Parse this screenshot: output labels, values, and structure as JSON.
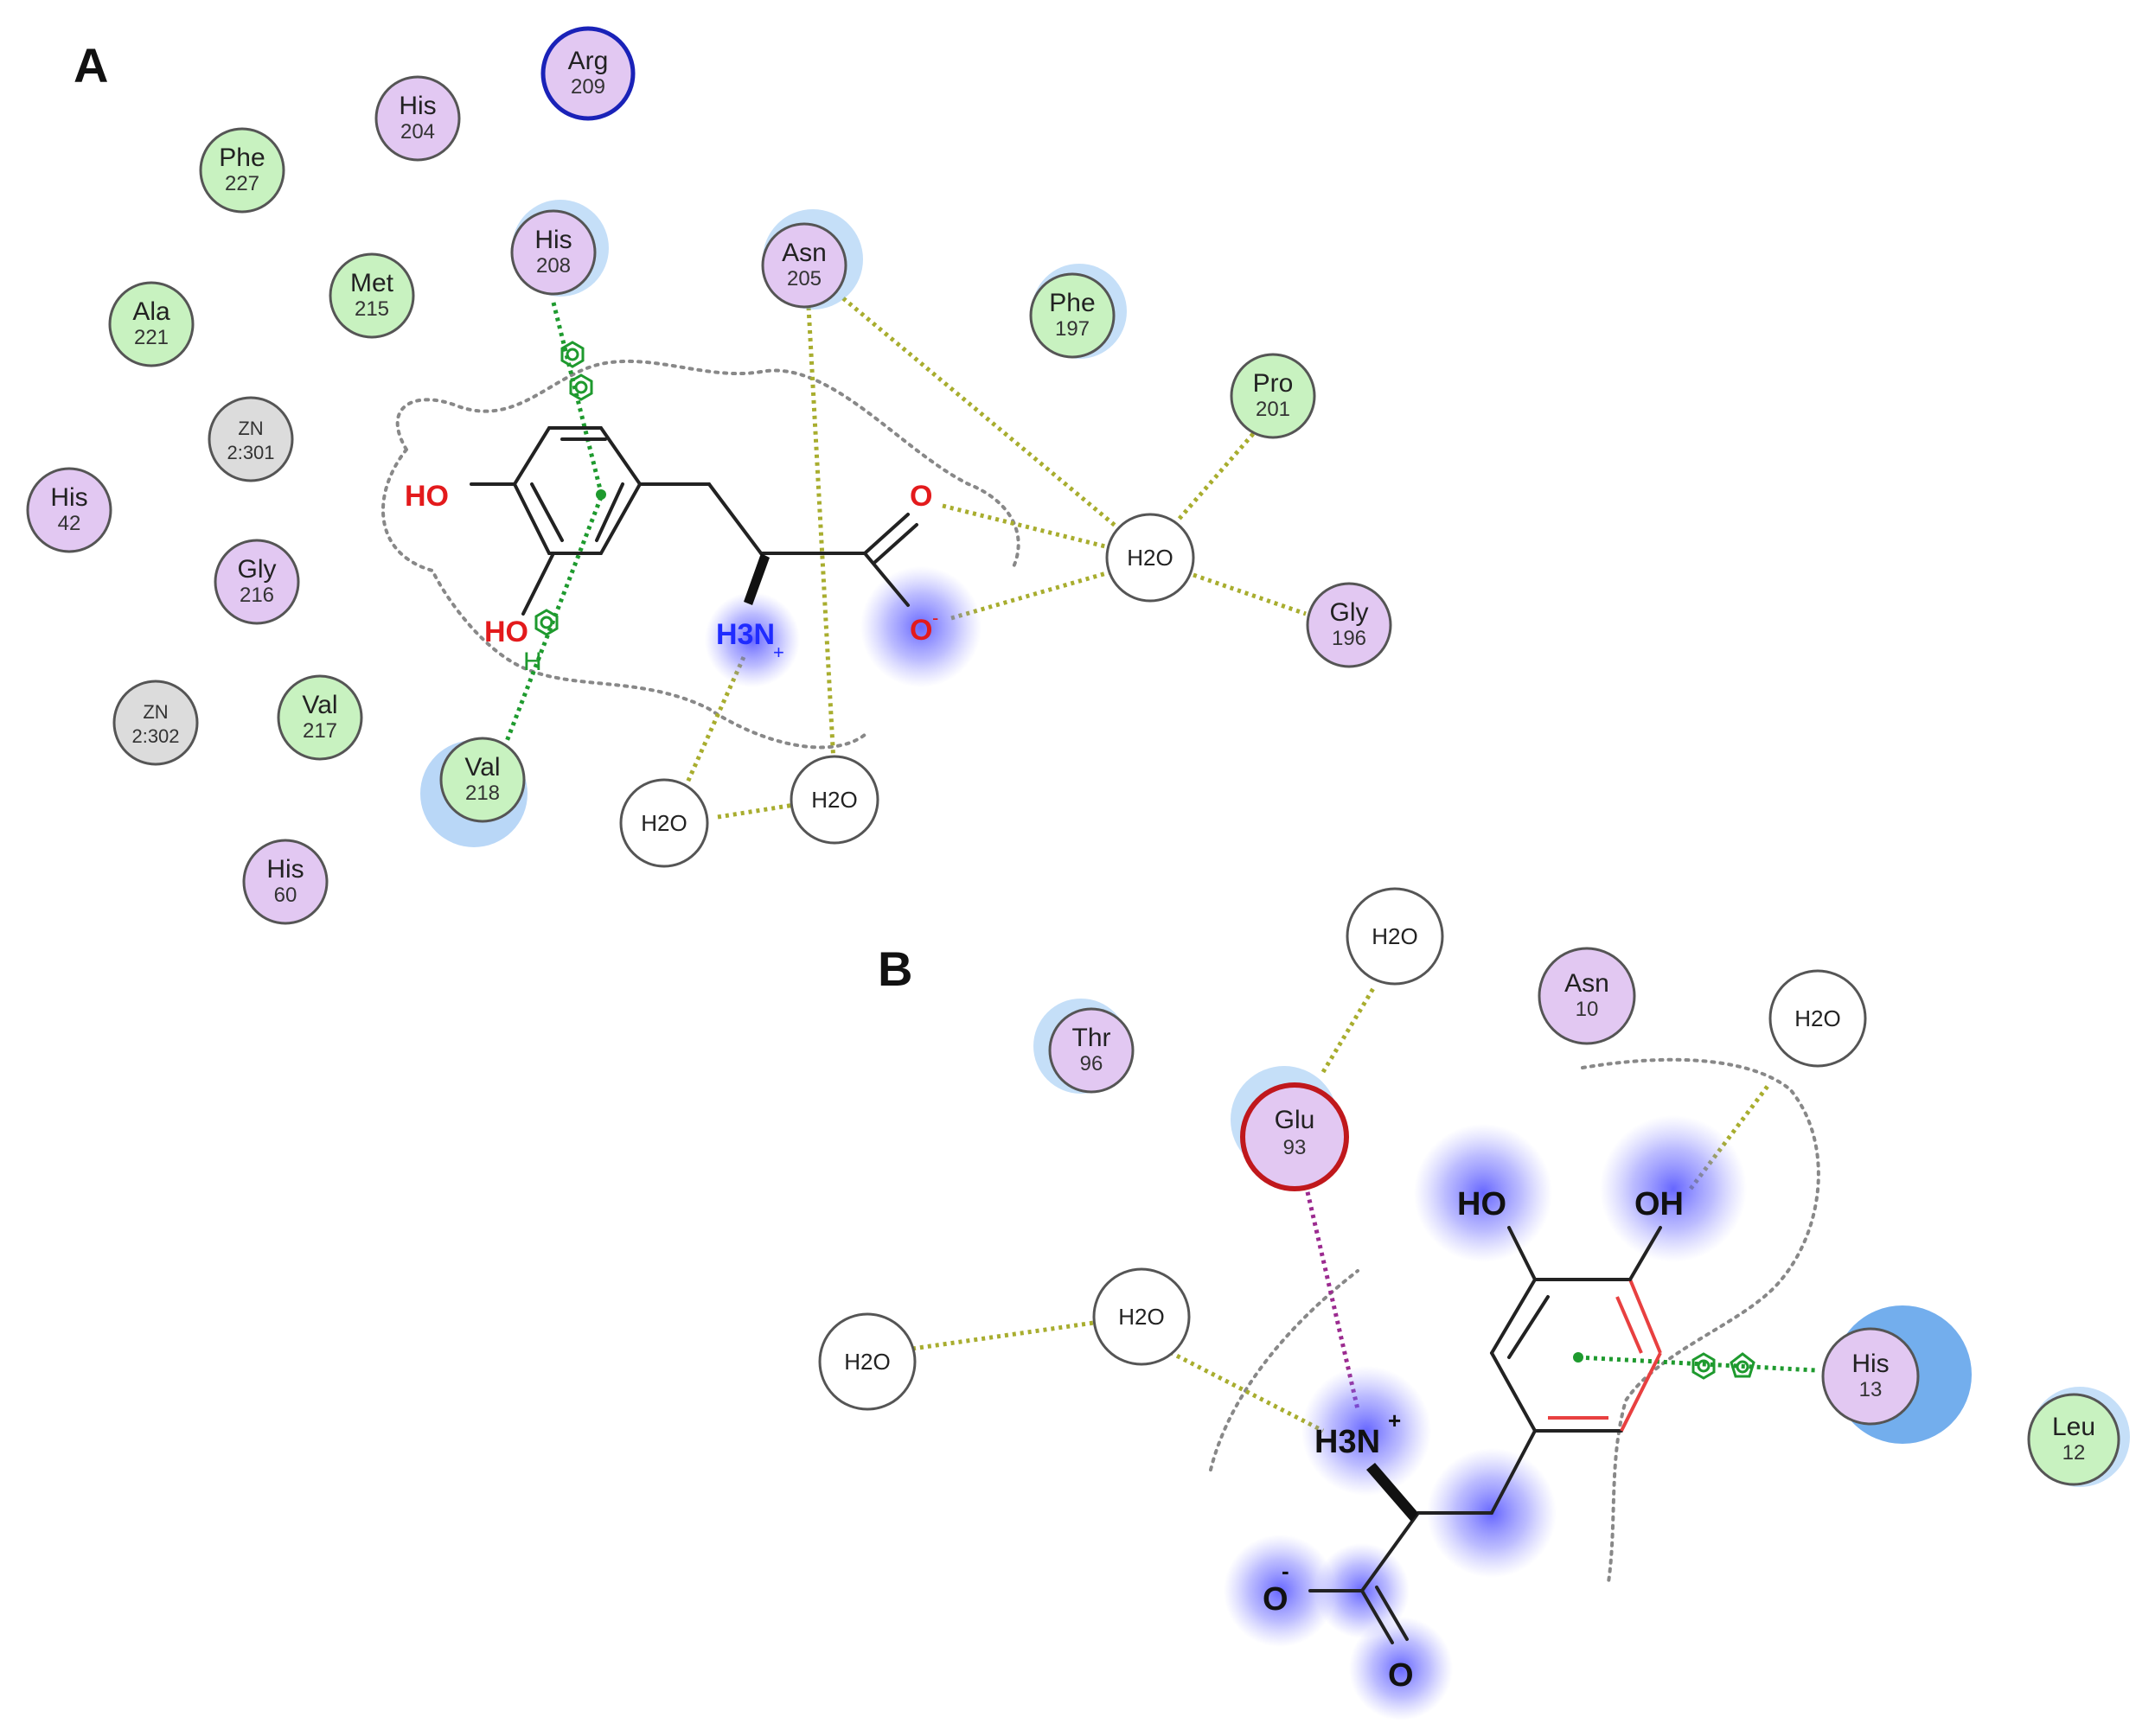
{
  "panels": {
    "A": {
      "label": "A"
    },
    "B": {
      "label": "B"
    }
  },
  "colors": {
    "polar_residue": "#e2c8f2",
    "hydrophobic_residue": "#c8f2c0",
    "metal": "#dcdcdc",
    "water": "#ffffff",
    "exposure_halo": "#7fb7f0",
    "charge_glow": "#5a5aff",
    "hbond": "#a8ad2e",
    "pi_interaction": "#1e9a2e",
    "salt_bridge": "#9b2a8f",
    "positive_ring": "#1a22b8",
    "negative_ring": "#c0181c"
  },
  "residues": {
    "A": [
      {
        "name": "Arg",
        "num": "209"
      },
      {
        "name": "His",
        "num": "204"
      },
      {
        "name": "Phe",
        "num": "227"
      },
      {
        "name": "His",
        "num": "208"
      },
      {
        "name": "Asn",
        "num": "205"
      },
      {
        "name": "Phe",
        "num": "197"
      },
      {
        "name": "Met",
        "num": "215"
      },
      {
        "name": "Ala",
        "num": "221"
      },
      {
        "name": "Pro",
        "num": "201"
      },
      {
        "name": "ZN",
        "num": "2:301"
      },
      {
        "name": "His",
        "num": "42"
      },
      {
        "name": "Gly",
        "num": "216"
      },
      {
        "name": "Gly",
        "num": "196"
      },
      {
        "name": "ZN",
        "num": "2:302"
      },
      {
        "name": "Val",
        "num": "217"
      },
      {
        "name": "Val",
        "num": "218"
      },
      {
        "name": "His",
        "num": "60"
      }
    ],
    "B": [
      {
        "name": "Thr",
        "num": "96"
      },
      {
        "name": "Glu",
        "num": "93"
      },
      {
        "name": "Asn",
        "num": "10"
      },
      {
        "name": "His",
        "num": "13"
      },
      {
        "name": "Leu",
        "num": "12"
      }
    ]
  },
  "waters": {
    "A": [
      "H2O",
      "H2O",
      "H2O"
    ],
    "B": [
      "H2O",
      "H2O",
      "H2O",
      "H2O"
    ]
  },
  "atoms": {
    "A": {
      "ho_top": "HO",
      "ho_bottom": "HO",
      "h_pi": "H",
      "o_carbonyl": "O",
      "o_minus": "O",
      "amine": "H3N"
    },
    "B": {
      "ho_left": "HO",
      "oh_right": "OH",
      "amine": "H3N",
      "o_minus": "O",
      "o_carbonyl": "O"
    }
  }
}
